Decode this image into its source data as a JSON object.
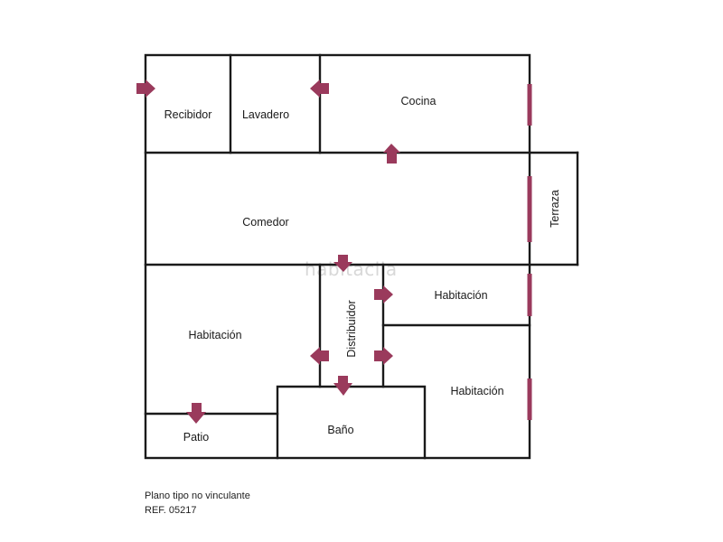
{
  "colors": {
    "walls": "#1a1a1a",
    "accent": "#9a3a5c",
    "background": "#ffffff"
  },
  "watermark": "habitaclia",
  "rooms": {
    "recibidor": "Recibidor",
    "lavadero": "Lavadero",
    "cocina": "Cocina",
    "terraza": "Terraza",
    "comedor": "Comedor",
    "habitacion_left": "Habitación",
    "distribuidor": "Distribuidor",
    "habitacion_right_top": "Habitación",
    "habitacion_right_bottom": "Habitación",
    "patio": "Patio",
    "bano": "Baño"
  },
  "icons": {
    "door": "door-arrow-icon",
    "window": "window-mark"
  },
  "footer": {
    "note": "Plano tipo no vinculante",
    "reference": "REF. 05217"
  }
}
